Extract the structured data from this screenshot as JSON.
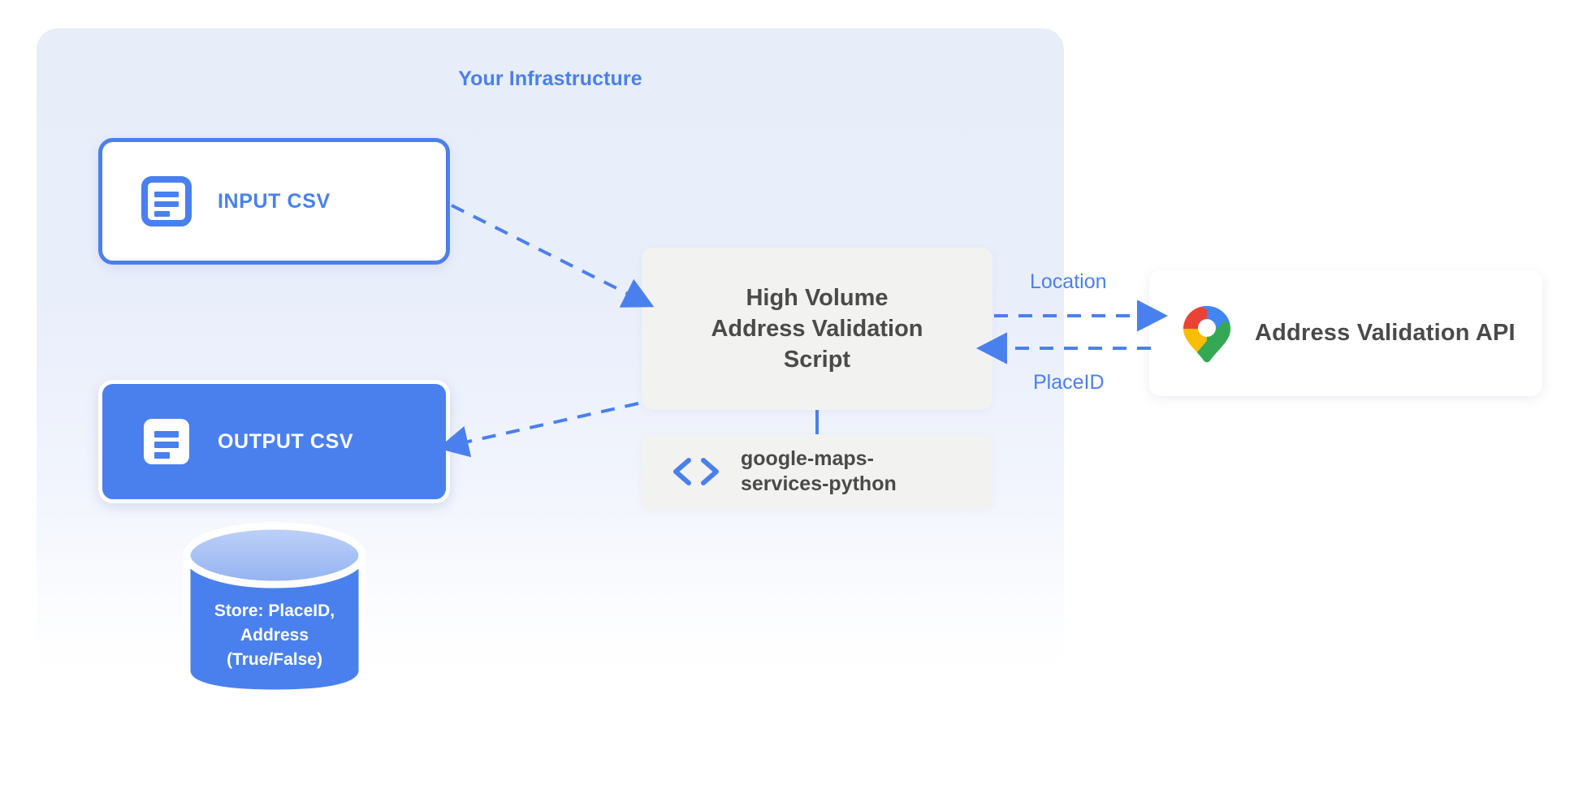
{
  "diagram": {
    "panel": {
      "title": "Your Infrastructure",
      "accent_color": "#4a80ee",
      "background_color": "#e8edfa"
    },
    "nodes": {
      "input_csv": {
        "label": "INPUT CSV",
        "icon": "document-icon",
        "text_color": "#4a80ee",
        "fill_color": "#ffffff",
        "border_color": "#4a80ee"
      },
      "output_csv": {
        "label": "OUTPUT CSV",
        "icon": "document-icon",
        "text_color": "#ffffff",
        "fill_color": "#4a80ee",
        "border_color": "#ffffff"
      },
      "script": {
        "label": "High Volume\nAddress Validation\nScript",
        "fill_color": "#f2f2f0",
        "text_color": "#4a4a4a"
      },
      "library": {
        "label": "google-maps-\nservices-python",
        "icon": "code-icon",
        "fill_color": "#f2f2f0",
        "text_color": "#4a4a4a",
        "icon_color": "#4a80ee"
      },
      "api": {
        "label": "Address Validation API",
        "icon": "google-maps-pin-icon",
        "fill_color": "#ffffff",
        "text_color": "#4a4a4a"
      },
      "database": {
        "label": "Store: PlaceID,\nAddress\n(True/False)",
        "icon": "database-cylinder-icon",
        "fill_color": "#4a80ee",
        "top_color": "#a8c1f4",
        "text_color": "#ffffff"
      }
    },
    "edges": [
      {
        "name": "input-to-script",
        "label": "",
        "style": "dashed",
        "direction": "to-script"
      },
      {
        "name": "script-to-output",
        "label": "",
        "style": "dashed",
        "direction": "to-output"
      },
      {
        "name": "script-to-api",
        "label": "Location",
        "style": "dashed",
        "direction": "right"
      },
      {
        "name": "api-to-script",
        "label": "PlaceID",
        "style": "dashed",
        "direction": "left"
      },
      {
        "name": "script-to-library",
        "label": "",
        "style": "solid",
        "direction": "down"
      }
    ],
    "edge_color": "#4a80ee"
  }
}
